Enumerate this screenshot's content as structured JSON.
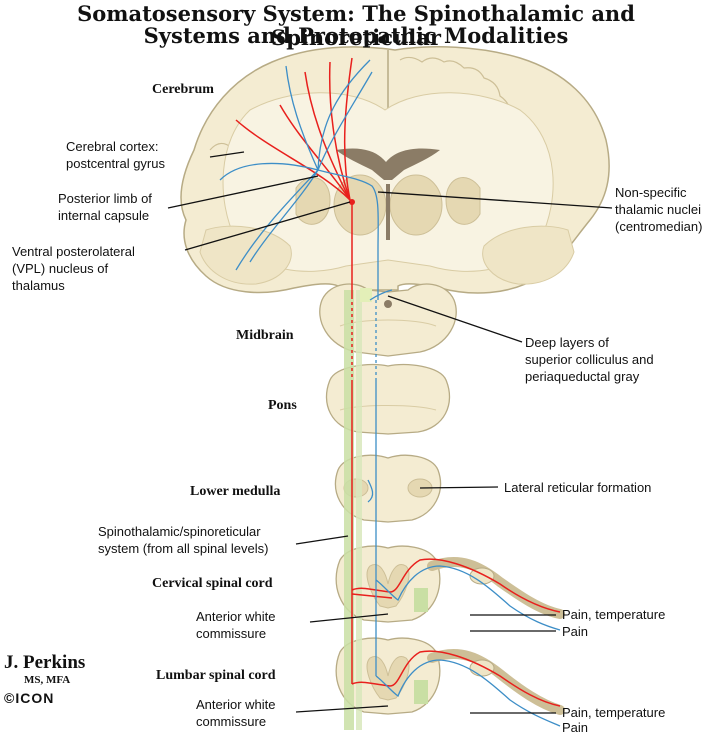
{
  "title_line1": "Somatosensory System: The Spinothalamic and Spinoreticular",
  "title_line2": "Systems and Protopathic Modalities",
  "sections": {
    "cerebrum": "Cerebrum",
    "midbrain": "Midbrain",
    "pons": "Pons",
    "lower_medulla": "Lower medulla",
    "cervical": "Cervical spinal cord",
    "lumbar": "Lumbar spinal cord"
  },
  "labels": {
    "cortex_l1": "Cerebral cortex:",
    "cortex_l2": "postcentral gyrus",
    "capsule_l1": "Posterior limb of",
    "capsule_l2": "internal capsule",
    "vpl_l1": "Ventral posterolateral",
    "vpl_l2": "(VPL) nucleus of",
    "vpl_l3": "thalamus",
    "nonspec_l1": "Non-specific",
    "nonspec_l2": "thalamic nuclei",
    "nonspec_l3": "(centromedian)",
    "deep_l1": "Deep layers of",
    "deep_l2": "superior colliculus and",
    "deep_l3": "periaqueductal gray",
    "lrf": "Lateral reticular formation",
    "stt_l1": "Spinothalamic/spinoreticular",
    "stt_l2": "system (from all spinal levels)",
    "awc1_l1": "Anterior white",
    "awc1_l2": "commissure",
    "awc2_l1": "Anterior white",
    "awc2_l2": "commissure",
    "pain_temp_1": "Pain, temperature",
    "pain_1": "Pain",
    "pain_temp_2": "Pain, temperature",
    "pain_2": "Pain"
  },
  "signature": {
    "name": "J. Perkins",
    "degree": "MS, MFA",
    "logo": "©ICON"
  },
  "colors": {
    "tissue": "#f4ecd2",
    "tissue_edge": "#b7ab85",
    "white_matter": "#f8f3e2",
    "gray_matter": "#e5d8b2",
    "ventricle": "#8b7c66",
    "tract": "#c9dfa4",
    "red_pathway": "#e8201d",
    "blue_pathway": "#3d8ec7"
  }
}
